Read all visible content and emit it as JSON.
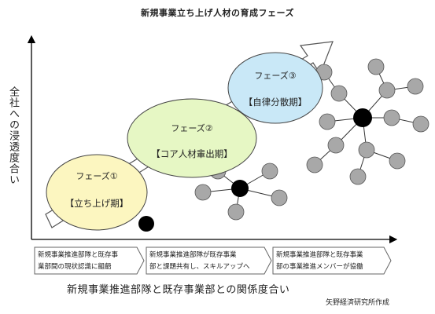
{
  "title": "新規事業立ち上げ人材の育成フェーズ",
  "y_axis_label": "全社への浸透度合い",
  "x_axis_label": "新規事業推進部隊と既存事業部との関係度合い",
  "credit": "矢野経済研究所作成",
  "phases": [
    {
      "name": "フェーズ①",
      "period": "【立ち上げ期】",
      "fill": "#fcf6c0"
    },
    {
      "name": "フェーズ②",
      "period": "【コア人材輩出期】",
      "fill": "#e6f7c4"
    },
    {
      "name": "フェーズ③",
      "period": "【自律分散期】",
      "fill": "#c9e8f7"
    }
  ],
  "steps": [
    {
      "line1": "新規事業推進部隊と既存事",
      "line2": "業部間の現状認識に齟齬"
    },
    {
      "line1": "新規事業推進部隊が既存事業",
      "line2": "部と課題共有し、スキルアップへ"
    },
    {
      "line1": "新規事業推進部隊と既存事業",
      "line2": "部の事業推進メンバーが協働"
    }
  ],
  "colors": {
    "node_gray": "#a8a8a8",
    "node_black": "#000000",
    "arrow_outline": "#555555"
  }
}
